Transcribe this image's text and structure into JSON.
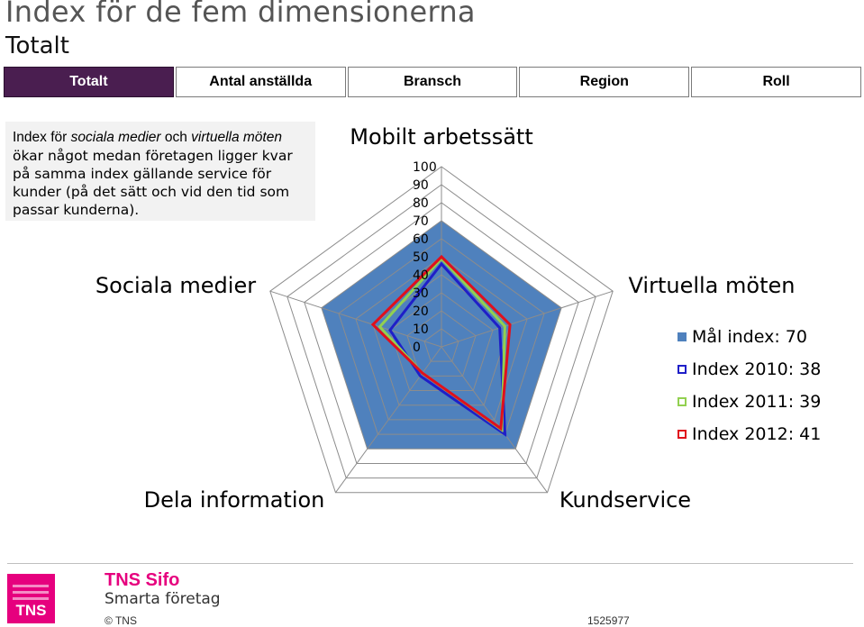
{
  "header": {
    "title": "Index för de fem dimensionerna",
    "subtitle": "Totalt"
  },
  "tabs": [
    {
      "label": "Totalt",
      "active": true
    },
    {
      "label": "Antal anställda",
      "active": false
    },
    {
      "label": "Bransch",
      "active": false
    },
    {
      "label": "Region",
      "active": false
    },
    {
      "label": "Roll",
      "active": false
    }
  ],
  "note": {
    "t1": "Index för ",
    "t2": "sociala medier",
    "t3": " och ",
    "t4": "virtuella möten",
    "t5": " ökar något medan företagen ligger kvar på samma index gällande service för kunder (på det sätt och vid den tid som passar kunderna)."
  },
  "chart_data": {
    "type": "radar",
    "axes": [
      "Mobilt arbetssätt",
      "Virtuella möten",
      "Kundservice",
      "Dela information",
      "Sociala medier"
    ],
    "ticks": [
      "100",
      "90",
      "80",
      "70",
      "60",
      "50",
      "40",
      "30",
      "20",
      "10",
      "0"
    ],
    "rmax": 100,
    "series": [
      {
        "name": "Mål index: 70",
        "values": [
          70,
          70,
          70,
          70,
          70
        ],
        "color": "#4f81bd",
        "filled": true
      },
      {
        "name": "Index 2010: 38",
        "values": [
          46,
          34,
          60,
          20,
          30
        ],
        "color": "#1f1fc8",
        "filled": false
      },
      {
        "name": "Index 2011: 39",
        "values": [
          49,
          37,
          57,
          18,
          36
        ],
        "color": "#92d050",
        "filled": false
      },
      {
        "name": "Index 2012: 41",
        "values": [
          50,
          40,
          56,
          18,
          40
        ],
        "color": "#e0101c",
        "filled": false
      }
    ]
  },
  "footer": {
    "logo_text": "TNS",
    "brand": "TNS Sifo",
    "brand_sub": "Smarta företag",
    "copyright": "© TNS",
    "doc_number": "1525977",
    "brand_color": "#e6007e"
  }
}
